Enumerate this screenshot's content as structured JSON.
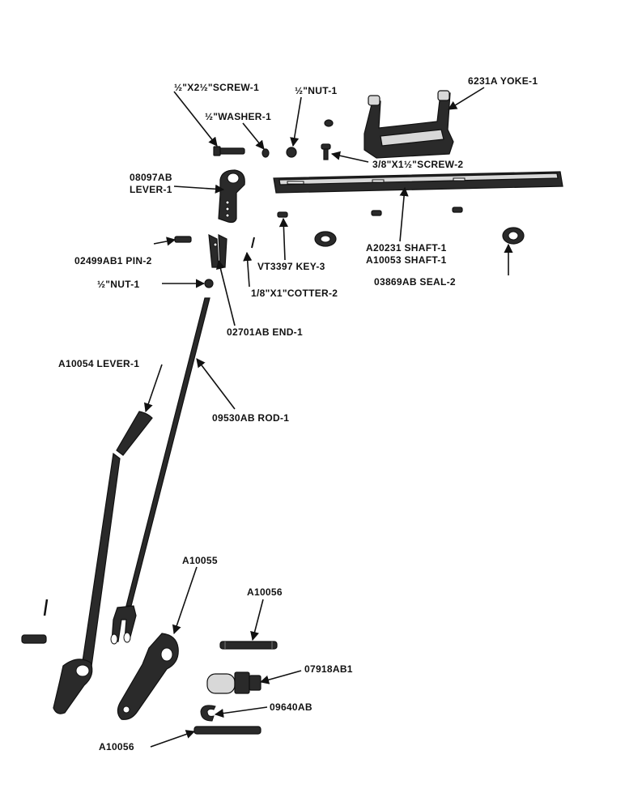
{
  "diagram": {
    "labels": {
      "screw_half_2half": "½\"X2½\"SCREW-1",
      "nut_top": "½\"NUT-1",
      "yoke": "6231A YOKE-1",
      "washer": "½\"WASHER-1",
      "screw_3_8": "3/8\"X1½\"SCREW-2",
      "lever_top_part": "08097AB",
      "lever_top_name": "LEVER-1",
      "pin": "02499AB1 PIN-2",
      "key": "VT3397 KEY-3",
      "shaft_a": "A20231 SHAFT-1",
      "shaft_b": "A10053 SHAFT-1",
      "nut_mid": "½\"NUT-1",
      "cotter": "1/8\"X1\"COTTER-2",
      "seal": "03869AB SEAL-2",
      "end": "02701AB END-1",
      "lever_long": "A10054  LEVER-1",
      "rod": "09530AB  ROD-1",
      "arm": "A10055",
      "stud_top": "A10056",
      "fitting": "07918AB1",
      "clip": "09640AB",
      "stud_bottom": "A10056"
    }
  }
}
